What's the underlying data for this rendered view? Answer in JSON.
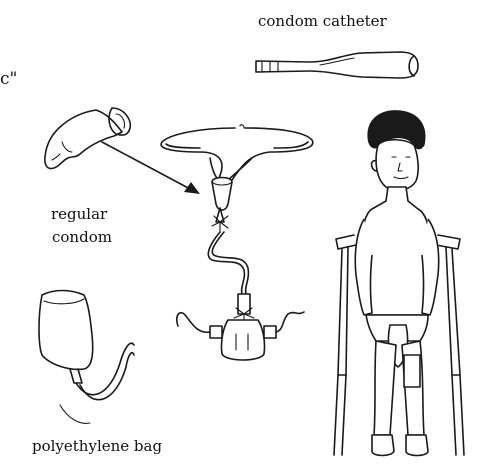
{
  "labels": {
    "condom_catheter": "condom catheter",
    "partial_text": "c\"",
    "regular_condom_line1": "regular",
    "regular_condom_line2": "condom",
    "polyethylene_bag": "polyethylene bag"
  }
}
